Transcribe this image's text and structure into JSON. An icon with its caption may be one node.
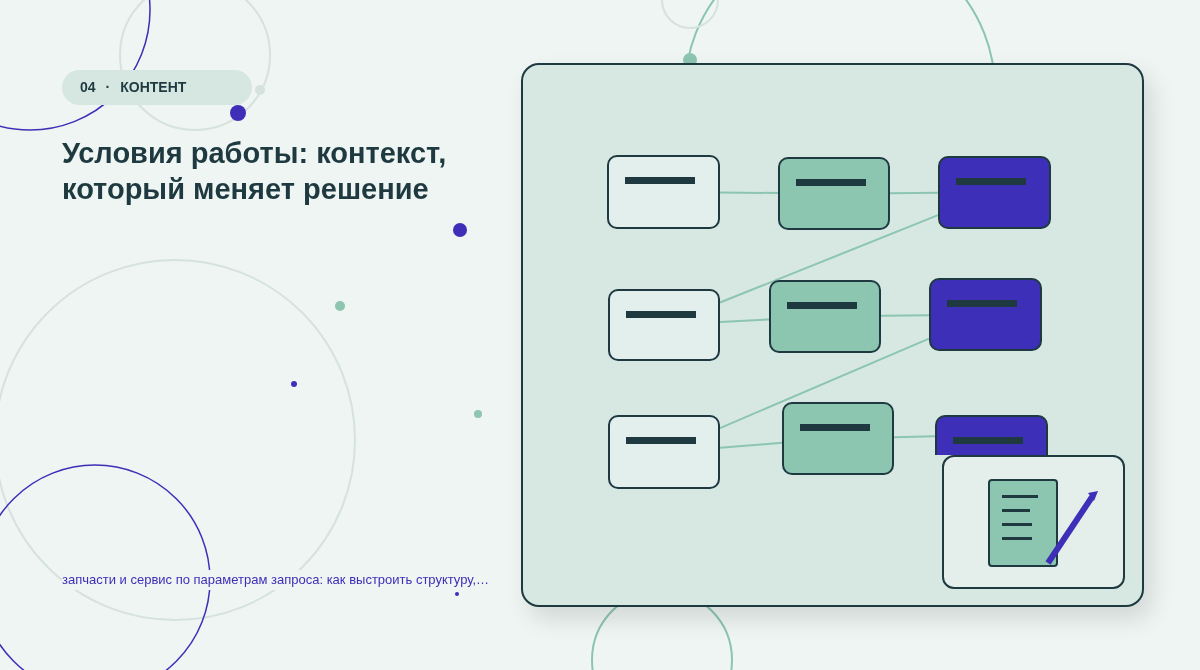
{
  "diagram": {
    "title": "Условия работы: контекст, который меняет решение",
    "nodes": [
      {
        "text": [],
        "shape": "box"
      },
      {
        "text": [],
        "shape": "box"
      },
      {
        "text": [],
        "shape": "box"
      },
      {
        "text": [],
        "shape": "box"
      },
      {
        "text": [],
        "shape": "box"
      },
      {
        "text": [],
        "shape": "box"
      },
      {
        "text": [],
        "shape": "box"
      },
      {
        "text": [],
        "shape": "box"
      },
      {
        "text": [],
        "shape": "box"
      }
    ],
    "edges": [
      {
        "from": 0,
        "to": 1,
        "arrow": "none"
      },
      {
        "from": 1,
        "to": 2,
        "arrow": "none"
      },
      {
        "from": 3,
        "to": 2,
        "arrow": "none"
      },
      {
        "from": 3,
        "to": 4,
        "arrow": "none"
      },
      {
        "from": 4,
        "to": 5,
        "arrow": "none"
      },
      {
        "from": 6,
        "to": 5,
        "arrow": "none"
      },
      {
        "from": 6,
        "to": 7,
        "arrow": "none"
      },
      {
        "from": 7,
        "to": 8,
        "arrow": "none"
      }
    ],
    "labels": [
      "04",
      "·",
      "КОНТЕНТ",
      "запчасти и сервис по параметрам запроса: как выстроить структуру,…"
    ]
  }
}
